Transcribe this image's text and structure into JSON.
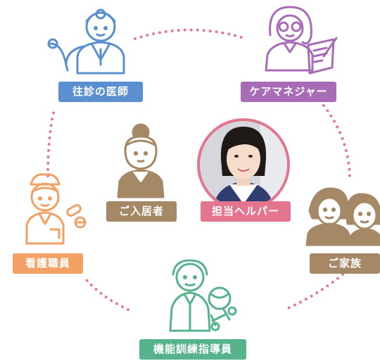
{
  "roles": {
    "doctor": {
      "label": "往診の医師",
      "icon": "doctor-icon",
      "color": "#5a8fd0"
    },
    "care": {
      "label": "ケアマネジャー",
      "icon": "care-manager-icon",
      "color": "#a86cb6"
    },
    "resident": {
      "label": "ご入居者",
      "icon": "resident-icon",
      "color": "#a58967"
    },
    "helper": {
      "label": "担当ヘルパー",
      "icon": "helper-photo",
      "color": "#e3768e"
    },
    "nurse": {
      "label": "看護職員",
      "icon": "nurse-icon",
      "color": "#f2a063"
    },
    "family": {
      "label": "ご家族",
      "icon": "family-icon",
      "color": "#a58967"
    },
    "therapist": {
      "label": "機能訓練指導員",
      "icon": "therapist-icon",
      "color": "#57b38c"
    }
  },
  "connector_color": "#e2779b"
}
